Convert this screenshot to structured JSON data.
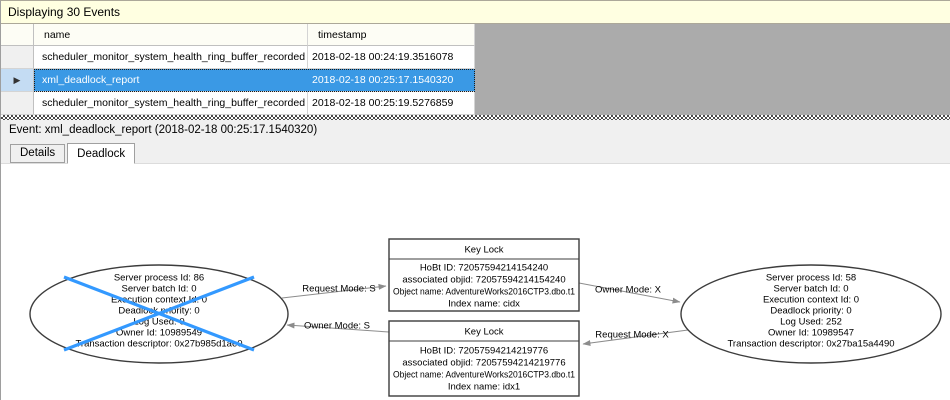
{
  "info_bar": {
    "label": "Displaying 30 Events"
  },
  "events_table": {
    "columns": {
      "name": "name",
      "timestamp": "timestamp"
    },
    "selected_row_indicator": "▶",
    "rows": [
      {
        "name": "scheduler_monitor_system_health_ring_buffer_recorded",
        "timestamp": "2018-02-18 00:24:19.3516078"
      },
      {
        "name": "xml_deadlock_report",
        "timestamp": "2018-02-18 00:25:17.1540320"
      },
      {
        "name": "scheduler_monitor_system_health_ring_buffer_recorded",
        "timestamp": "2018-02-18 00:25:19.5276859"
      }
    ]
  },
  "event_bar": {
    "label": "Event: xml_deadlock_report (2018-02-18 00:25:17.1540320)"
  },
  "tabs": {
    "details": "Details",
    "deadlock": "Deadlock"
  },
  "deadlock_graph": {
    "victim_process": {
      "lines": [
        "Server process Id: 86",
        "Server batch Id: 0",
        "Execution context Id: 0",
        "Deadlock priority: 0",
        "Log Used: 0",
        "Owner Id: 10989549",
        "Transaction descriptor: 0x27b985d1ae0"
      ]
    },
    "other_process": {
      "lines": [
        "Server process Id: 58",
        "Server batch Id: 0",
        "Execution context Id: 0",
        "Deadlock priority: 0",
        "Log Used: 252",
        "Owner Id: 10989547",
        "Transaction descriptor: 0x27ba15a4490"
      ]
    },
    "lock_top": {
      "title": "Key Lock",
      "lines": [
        "HoBt ID: 72057594214154240",
        "associated objid: 72057594214154240",
        "Object name: AdventureWorks2016CTP3.dbo.t1",
        "Index name: cidx"
      ]
    },
    "lock_bottom": {
      "title": "Key Lock",
      "lines": [
        "HoBt ID: 72057594214219776",
        "associated objid: 72057594214219776",
        "Object name: AdventureWorks2016CTP3.dbo.t1",
        "Index name: idx1"
      ]
    },
    "edge_labels": {
      "request_s": "Request Mode: S",
      "owner_s": "Owner Mode: S",
      "owner_x": "Owner Mode: X",
      "request_x": "Request Mode: X"
    }
  },
  "colors": {
    "selection_blue": "#3a99e5",
    "victim_cross_blue": "#3399ff",
    "info_bar_yellow": "#ffffe1",
    "grid_filler_gray": "#ababab",
    "node_stroke": "#3c3c3c",
    "edge_gray": "#8c8c8c"
  }
}
